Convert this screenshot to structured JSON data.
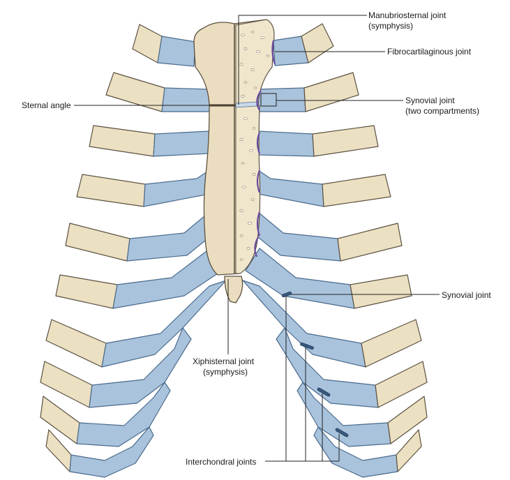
{
  "labels": {
    "manubriosternal_1": "Manubriosternal joint",
    "manubriosternal_2": "(symphysis)",
    "fibrocartilaginous": "Fibrocartilaginous joint",
    "sternal_angle": "Sternal angle",
    "synovial_two_1": "Synovial joint",
    "synovial_two_2": "(two compartments)",
    "synovial": "Synovial joint",
    "xiphisternal_1": "Xiphisternal joint",
    "xiphisternal_2": "(symphysis)",
    "interchondral": "Interchondral joints"
  },
  "colors": {
    "bone": "#ece0c2",
    "cartilage": "#a9c3dc",
    "joint_highlight": "#6a4aa0"
  }
}
